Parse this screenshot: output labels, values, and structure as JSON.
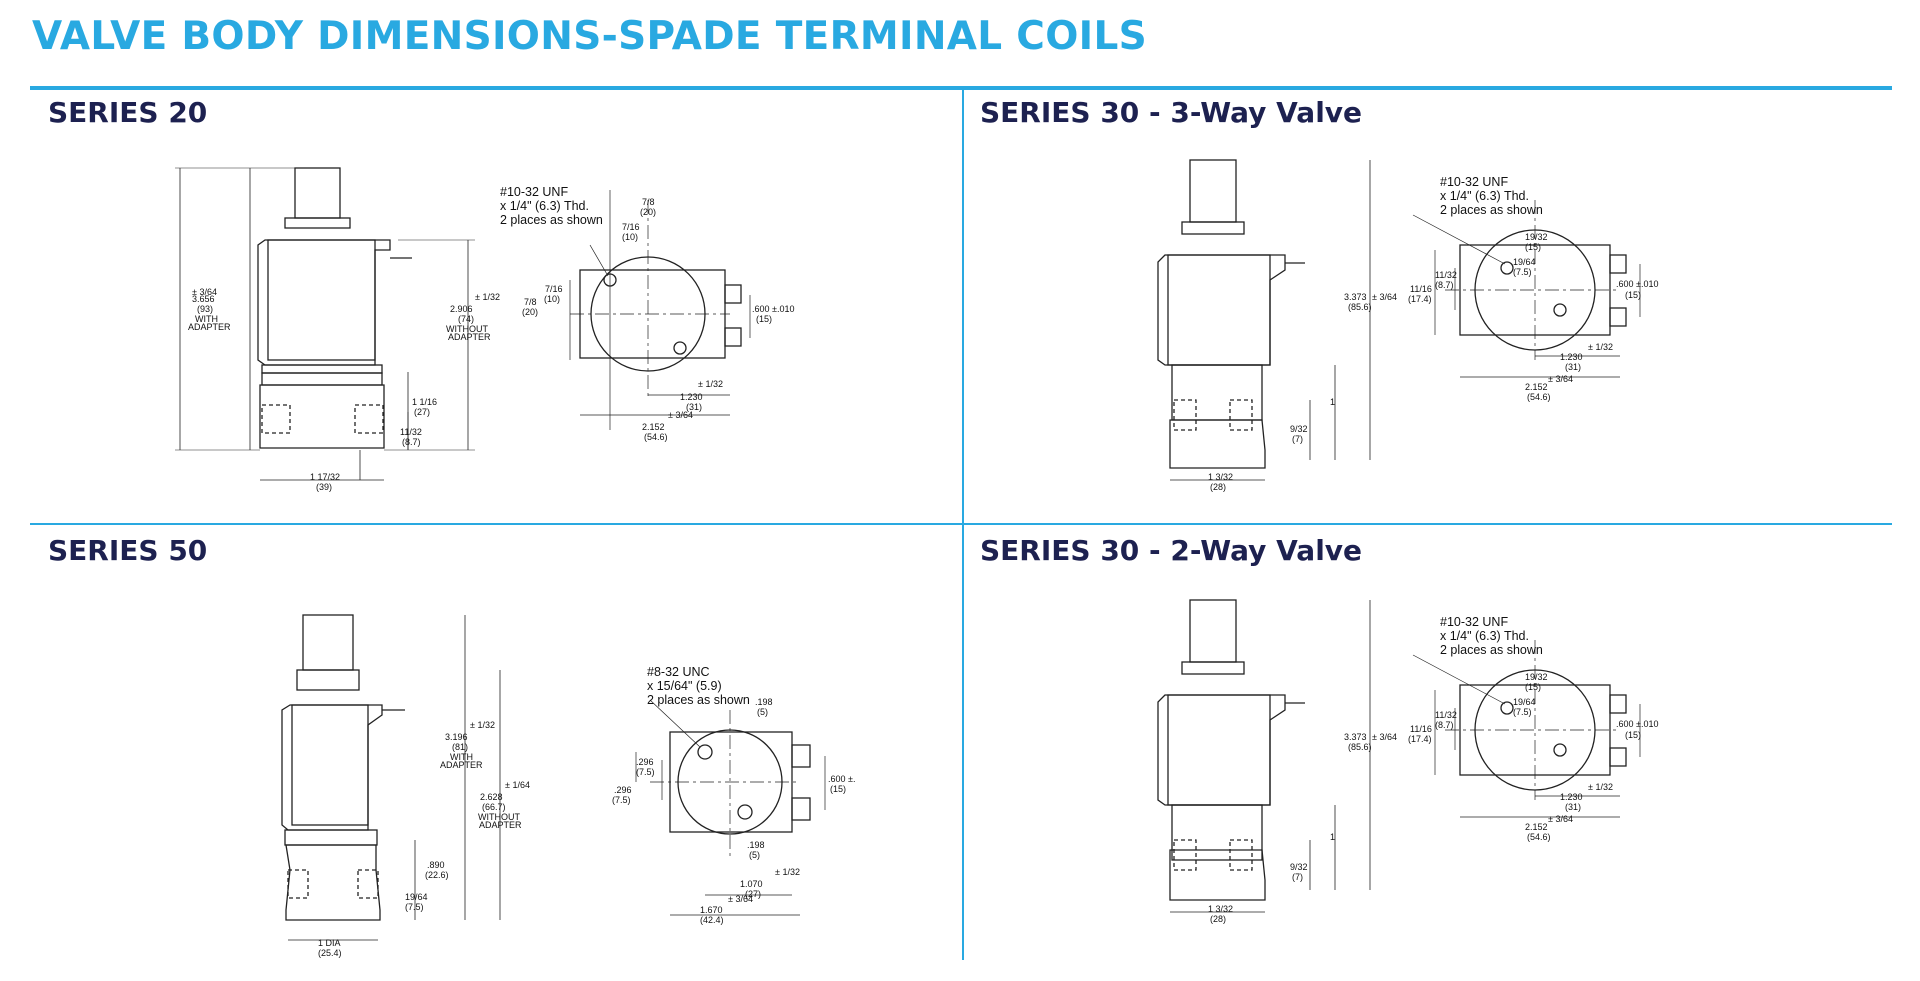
{
  "page": {
    "title": "VALVE BODY DIMENSIONS-SPADE TERMINAL COILS",
    "accent_color": "#29a9e1",
    "heading_color": "#1d2150"
  },
  "sections": [
    {
      "title": "SERIES 20",
      "drawing": {
        "overall_height": "3.656",
        "overall_height_mm": "(93)",
        "overall_height_tol": "± 3/64",
        "overall_note_1": "WITH",
        "overall_note_2": "ADAPTER",
        "body_height": "2.906",
        "body_height_mm": "(74)",
        "body_height_tol": "± 1/32",
        "body_note_1": "WITHOUT",
        "body_note_2": "ADAPTER",
        "lower_height": "1 1/16",
        "lower_height_mm": "(27)",
        "port_height": "11/32",
        "port_height_mm": "(8.7)",
        "base_width": "1 17/32",
        "base_width_mm": "(39)",
        "thread_1": "#10-32 UNF",
        "thread_2": "x 1/4\" (6.3) Thd.",
        "thread_3": "2 places as shown",
        "hole_offset_top": "7/8",
        "hole_offset_top_mm": "(20)",
        "hole_offset_small": "7/16",
        "hole_offset_small_mm": "(10)",
        "side_offset": "7/16",
        "side_offset_mm": "(10)",
        "side_total": "7/8",
        "side_total_mm": "(20)",
        "terminal_spacing": ".600 ±.010",
        "terminal_spacing_mm": "(15)",
        "center_dist": "1.230",
        "center_dist_mm": "(31)",
        "center_dist_tol": "± 1/32",
        "total_width": "2.152",
        "total_width_mm": "(54.6)",
        "total_width_tol": "± 3/64"
      }
    },
    {
      "title": "SERIES 30 - 3-Way Valve",
      "drawing": {
        "overall_height": "3.373",
        "overall_height_tol": "± 3/64",
        "overall_height_mm": "(85.6)",
        "lower_height": "1",
        "port_height": "9/32",
        "port_height_mm": "(7)",
        "base_width": "1 3/32",
        "base_width_mm": "(28)",
        "thread_1": "#10-32 UNF",
        "thread_2": "x 1/4\" (6.3) Thd.",
        "thread_3": "2 places as shown",
        "hole_offset_top": "19/32",
        "hole_offset_top_mm": "(15)",
        "hole_offset_small": "19/64",
        "hole_offset_small_mm": "(7.5)",
        "side_offset": "11/32",
        "side_offset_mm": "(8.7)",
        "side_total": "11/16",
        "side_total_mm": "(17.4)",
        "terminal_spacing": ".600 ±.010",
        "terminal_spacing_mm": "(15)",
        "center_dist": "1.230",
        "center_dist_mm": "(31)",
        "center_dist_tol": "± 1/32",
        "total_width": "2.152",
        "total_width_mm": "(54.6)",
        "total_width_tol": "± 3/64"
      }
    },
    {
      "title": "SERIES 50",
      "drawing": {
        "overall_height": "3.196",
        "overall_height_mm": "(81)",
        "overall_height_tol": "± 1/32",
        "overall_note_1": "WITH",
        "overall_note_2": "ADAPTER",
        "body_height": "2.628",
        "body_height_mm": "(66.7)",
        "body_height_tol": "± 1/64",
        "body_note_1": "WITHOUT",
        "body_note_2": "ADAPTER",
        "lower_height": ".890",
        "lower_height_mm": "(22.6)",
        "port_height": "19/64",
        "port_height_mm": "(7.5)",
        "base_width": "1 DIA",
        "base_width_mm": "(25.4)",
        "thread_1": "#8-32 UNC",
        "thread_2": "x 15/64\" (5.9)",
        "thread_3": "2 places as shown",
        "top_offset": ".198",
        "top_offset_mm": "(5)",
        "side_offset_a": ".296",
        "side_offset_a_mm": "(7.5)",
        "side_offset_b": ".296",
        "side_offset_b_mm": "(7.5)",
        "terminal_spacing": ".600 ±.",
        "terminal_spacing_mm": "(15)",
        "bottom_offset": ".198",
        "bottom_offset_mm": "(5)",
        "center_dist": "1.070",
        "center_dist_mm": "(27)",
        "center_dist_tol": "± 1/32",
        "total_width": "1.670",
        "total_width_mm": "(42.4)",
        "total_width_tol": "± 3/64"
      }
    },
    {
      "title": "SERIES 30 - 2-Way Valve",
      "drawing": {
        "overall_height": "3.373",
        "overall_height_tol": "± 3/64",
        "overall_height_mm": "(85.6)",
        "lower_height": "1",
        "port_height": "9/32",
        "port_height_mm": "(7)",
        "base_width": "1 3/32",
        "base_width_mm": "(28)",
        "thread_1": "#10-32 UNF",
        "thread_2": "x 1/4\" (6.3) Thd.",
        "thread_3": "2 places as shown",
        "hole_offset_top": "19/32",
        "hole_offset_top_mm": "(15)",
        "hole_offset_small": "19/64",
        "hole_offset_small_mm": "(7.5)",
        "side_offset": "11/32",
        "side_offset_mm": "(8.7)",
        "side_total": "11/16",
        "side_total_mm": "(17.4)",
        "terminal_spacing": ".600 ±.010",
        "terminal_spacing_mm": "(15)",
        "center_dist": "1.230",
        "center_dist_mm": "(31)",
        "center_dist_tol": "± 1/32",
        "total_width": "2.152",
        "total_width_mm": "(54.6)",
        "total_width_tol": "± 3/64"
      }
    }
  ]
}
